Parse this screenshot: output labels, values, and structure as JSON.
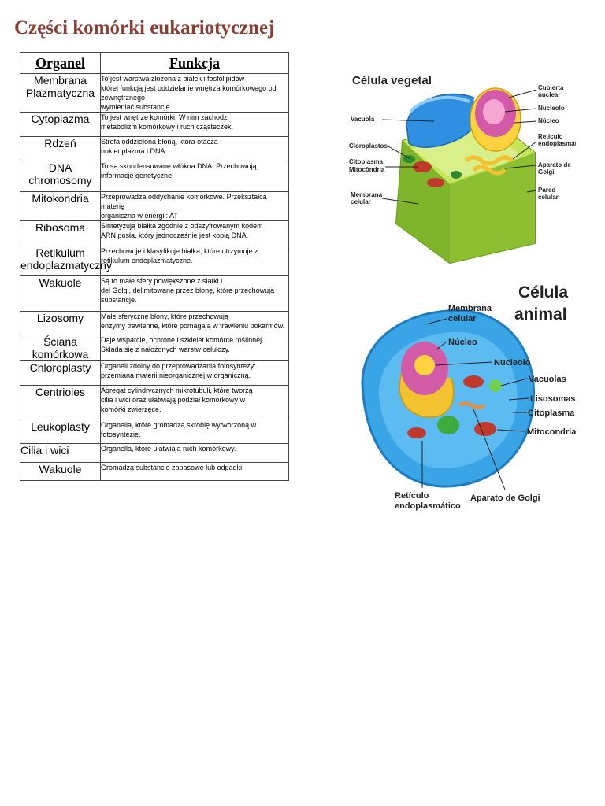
{
  "document": {
    "title": "Części komórki eukariotycznej"
  },
  "table": {
    "headers": {
      "organelle": "Organel",
      "function": "Funkcja"
    },
    "rows": [
      {
        "name": "Membrana\nPlazmatyczna",
        "desc": "To jest warstwa złożona z białek i fosfolipidów\nktórej funkcją jest oddzielanie wnętrza komórkowego od zewnętrznego\nwymieniać substancje."
      },
      {
        "name": "Cytoplazma",
        "desc": "To jest wnętrze komórki. W nim zachodzi\nmetabolizm komórkowy i ruch cząsteczek."
      },
      {
        "name": "Rdzeń",
        "desc": "Strefa oddzielona błoną, która otacza\nnukleoplazma i DNA."
      },
      {
        "name": "DNA\nchromosomy",
        "desc": "To są skondensowane włókna DNA. Przechowują\ninformacje genetyczne."
      },
      {
        "name": "Mitokondria",
        "desc": "Przeprowadza oddychanie komórkowe. Przekształca materię\norganiczna w energii: AT"
      },
      {
        "name": "Ribosoma",
        "desc": "Sintetyzują białka zgodnie z odszyfrowanym kodem\nARN posła, który jednocześnie jest kopią DNA."
      },
      {
        "name": "Retikulum\nendoplazmatyczny",
        "desc": "Przechowuje i klasyfikuje białka, które otrzymuje z\nretikulum endoplazmatyczne."
      },
      {
        "name": "Wakuole",
        "desc": "Są to małe sfery powiększone z siatki i\ndel Golgi, delimitowane przez błonę, które przechowują\nsubstancje."
      },
      {
        "name": "Lizosomy",
        "desc": "Małe sferyczne błony, które przechowują\nenzymy trawienne, które pomagają w trawieniu pokarmów."
      },
      {
        "name": "Ściana komórkowa",
        "desc": "Daje wsparcie, ochronę i szkielet komórce roślinnej.\nSkłada się z nałożonych warstw celulozy."
      },
      {
        "name": "Chloroplasty",
        "desc": "Organell zdolny do przeprowadzania fotosyntezy:\nprzemiana materii nieorganicznej w organiczną."
      },
      {
        "name": "Centrioles",
        "desc": "Agregat cylindrycznych mikrotubuli, które tworzą\ncilia i wici oraz ułatwiają podział komórkowy w\nkomórki zwierzęce."
      },
      {
        "name": "Leukoplasty",
        "desc": "Organella, które gromadzą skrobię wytworzoną w\nfotosyntezie."
      },
      {
        "name": "Cilia i wici",
        "desc": "Organella, które ułatwiają ruch komórkowy."
      },
      {
        "name": "Wakuole",
        "desc": "Gromadzą substancje zapasowe lub odpadki."
      }
    ]
  },
  "plant_cell": {
    "title": "Célula vegetal",
    "labels_left": [
      "Vacuola",
      "Cloroplastos",
      "Citoplasma",
      "Mitocôndria",
      "Membrana",
      "celular"
    ],
    "labels_right": [
      "Cubierta",
      "nuclear",
      "Nucleolo",
      "Núcleo",
      "Retículo",
      "endoplasmático",
      "Aparato de",
      "Golgi",
      "Pared",
      "celular"
    ],
    "colors": {
      "wall": "#9acd32",
      "vacuole": "#2f8fe0",
      "nucleus": "#d35aa6",
      "nucleolus": "#ffd23f",
      "mito": "#c0392b"
    }
  },
  "animal_cell": {
    "title_line1": "Célula",
    "title_line2": "animal",
    "labels_right": [
      "Membrana",
      "celular",
      "Núcleo",
      "Nucleolo",
      "Vacuolas",
      "Lisosomas",
      "Citoplasma",
      "Mitocondria"
    ],
    "labels_bottom": [
      "Retículo",
      "endoplasmático",
      "Aparato de Golgi"
    ],
    "colors": {
      "cytoplasm": "#3aa5e6",
      "nucleus": "#d35aa6",
      "nucleolus": "#ffd23f",
      "er": "#f2c230",
      "mito": "#c0392b"
    }
  }
}
